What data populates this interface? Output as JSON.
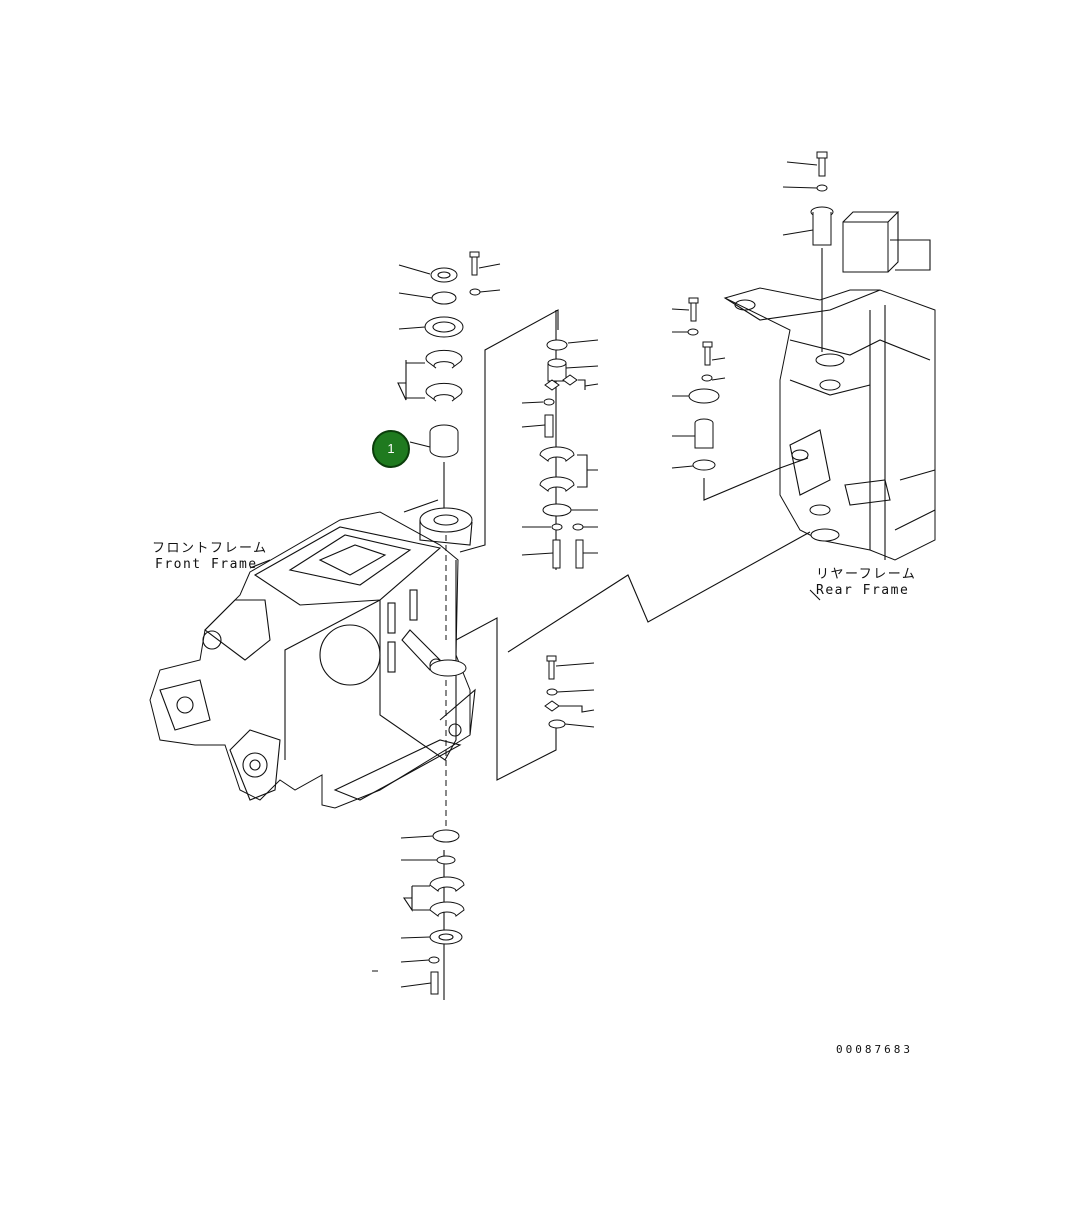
{
  "callouts": [
    {
      "number": "1"
    }
  ],
  "labels": {
    "front_frame_jp": "フロントフレーム",
    "front_frame_en": "Front Frame",
    "rear_frame_jp": "リヤーフレーム",
    "rear_frame_en": "Rear Frame"
  },
  "document_number": "00087683",
  "colors": {
    "callout_fill": "#1f7a1f",
    "line": "#111111",
    "background": "#ffffff"
  }
}
